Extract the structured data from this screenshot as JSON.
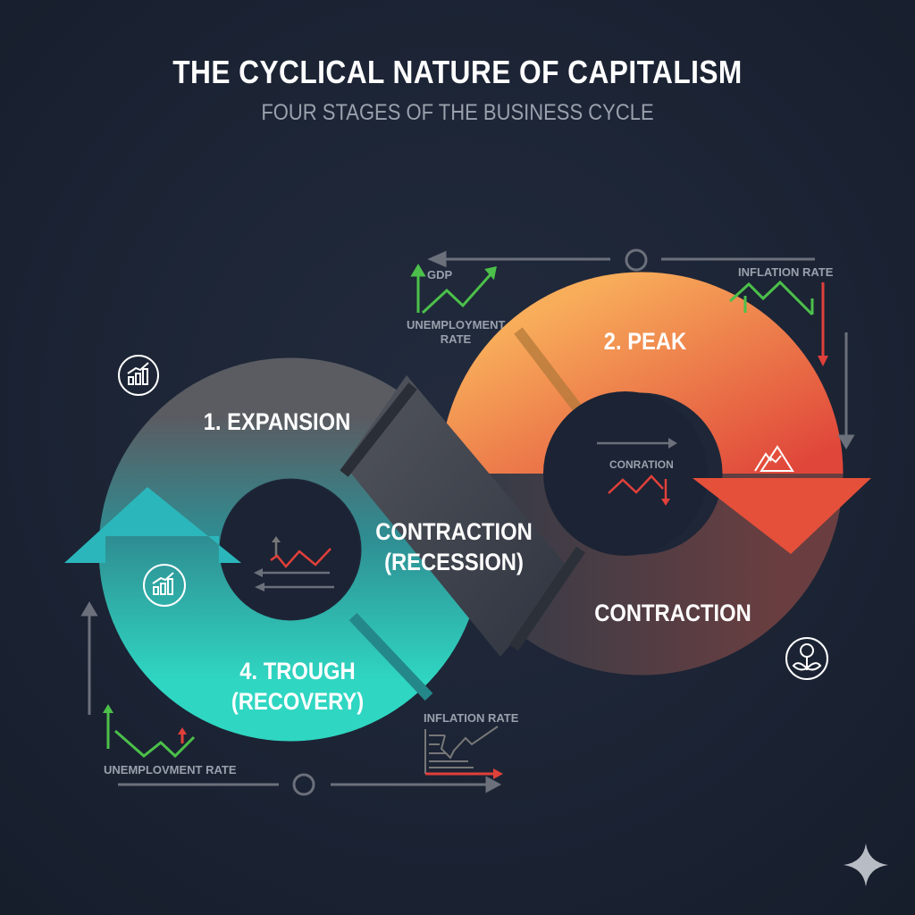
{
  "header": {
    "title": "THE CYCLICAL NATURE OF CAPITALISM",
    "subtitle": "FOUR STAGES OF THE BUSINESS CYCLE"
  },
  "stages": {
    "expansion": "1. EXPANSION",
    "peak": "2. PEAK",
    "contraction_recession_line1": "CONTRACTION",
    "contraction_recession_line2": "(RECESSION)",
    "contraction": "CONTRACTION",
    "trough_line1": "4. TROUGH",
    "trough_line2": "(RECOVERY)"
  },
  "annotations": {
    "gdp": "GDP",
    "unemployment_top_line1": "UNEMPLOYMENT",
    "unemployment_top_line2": "RATE",
    "inflation_top": "INFLATION RATE",
    "contraction_small": "CONRATION",
    "inflation_bottom": "INFLATION RATE",
    "unemployment_bottom": "UNEMPLOVMENT RATE"
  },
  "icons": [
    "bar-chart-growth-icon",
    "mountain-icon",
    "plant-icon",
    "sparkle-icon"
  ],
  "colors": {
    "background": "#1b2334",
    "teal": "#2ec9c0",
    "orange": "#f5a050",
    "red": "#e0403a",
    "gray": "#4a4e58",
    "green": "#4cc04a"
  }
}
